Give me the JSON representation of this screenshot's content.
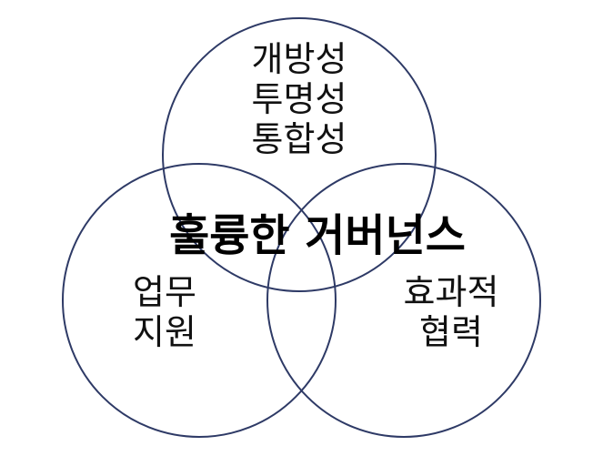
{
  "diagram": {
    "center_label": "훌륭한 거버넌스",
    "top": {
      "lines": [
        "개방성",
        "투명성",
        "통합성"
      ]
    },
    "left": {
      "lines": [
        "업무",
        "지원"
      ]
    },
    "right": {
      "lines": [
        "효과적",
        "협력"
      ]
    },
    "colors": {
      "circle_stroke": "#2e3a66",
      "text": "#111111",
      "background": "#ffffff"
    }
  }
}
